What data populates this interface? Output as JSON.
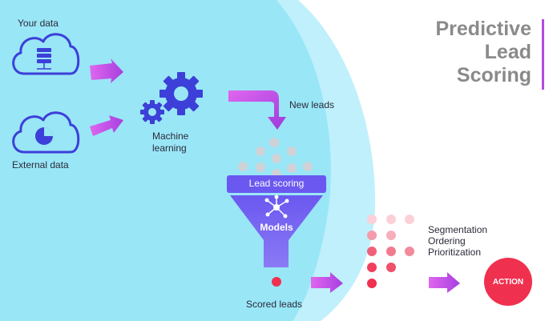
{
  "title": {
    "line1": "Predictive",
    "line2": "Lead",
    "line3": "Scoring"
  },
  "sources": {
    "your_data": "Your data",
    "external_data": "External data"
  },
  "machine_learning": {
    "line1": "Machine",
    "line2": "learning"
  },
  "new_leads": "New leads",
  "funnel": {
    "header": "Lead scoring",
    "models": "Models"
  },
  "scored_leads": "Scored leads",
  "outcomes": {
    "segmentation": "Segmentation",
    "ordering": "Ordering",
    "prioritization": "Prioritization"
  },
  "action": "ACTION",
  "colors": {
    "background_light": "#bff0fb",
    "background_main": "#99e6f7",
    "accent_purple": "#b44be1",
    "accent_pink": "#e066ef",
    "gear_blue": "#3d3fd9",
    "funnel_purple": "#6b58f0",
    "action_red": "#f0304f",
    "dot_grey": "#cfd3d8"
  },
  "icons": [
    "cloud-server-icon",
    "cloud-pie-chart-icon",
    "gear-icon",
    "network-icon",
    "arrow-right-icon"
  ]
}
